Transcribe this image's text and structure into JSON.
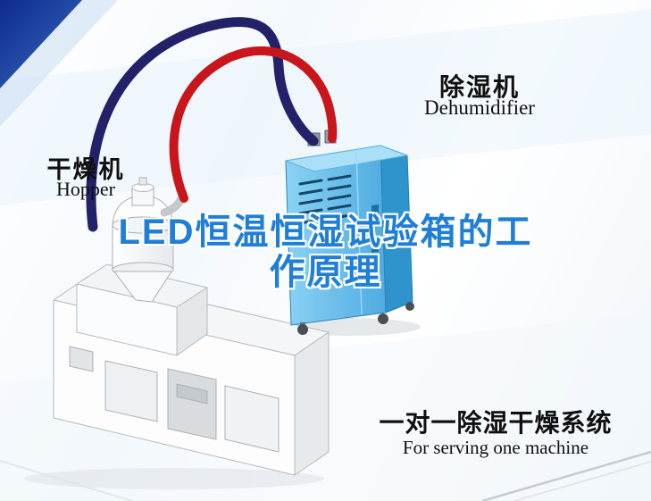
{
  "title": {
    "line1": "LED恒温恒湿试验箱的工",
    "line2": "作原理"
  },
  "labels": {
    "dryer_cn": "干燥机",
    "dryer_en": "Hopper",
    "dehumidifier_cn": "除湿机",
    "dehumidifier_en": "Dehumidifier",
    "system_cn": "一对一除湿干燥系统",
    "system_en": "For serving one machine"
  },
  "colors": {
    "title_blue": "#1f7fd8",
    "pipe_navy": "#232168",
    "pipe_red": "#c9151c",
    "dehumidifier_front": "#6cc4f0",
    "dehumidifier_side": "#2f93cc",
    "dehumidifier_top": "#a9e0f8",
    "corner_navy": "#15379e",
    "label_black": "#101010"
  }
}
